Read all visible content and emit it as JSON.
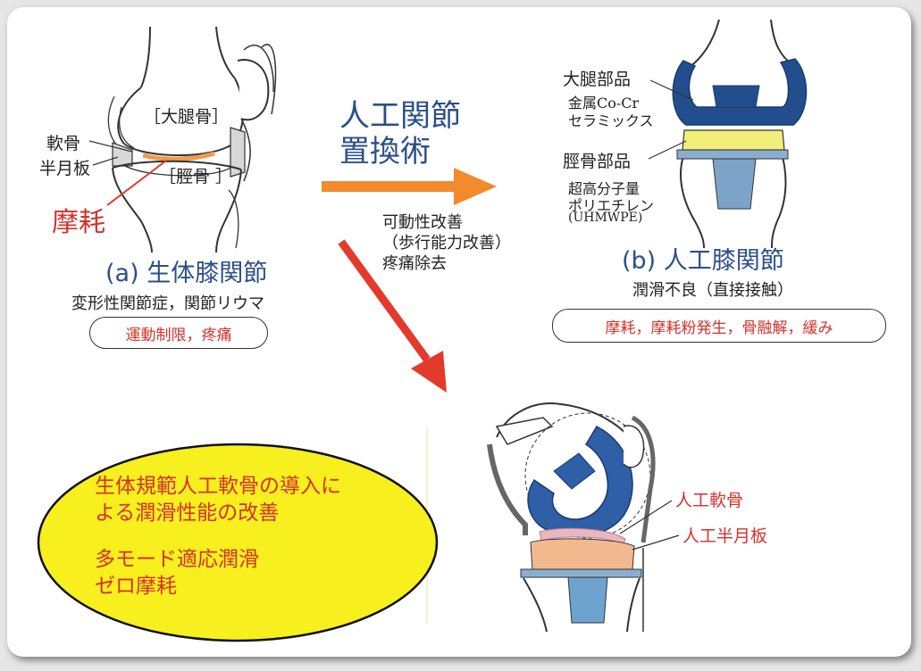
{
  "left": {
    "label_femur": "［大腿骨］",
    "label_tibia": "［脛骨 ］",
    "label_cartilage": "軟骨",
    "label_meniscus": "半月板",
    "label_wear": "摩耗",
    "title": "(a) 生体膝関節",
    "subtitle": "変形性関節症，関節リウマ",
    "pill": "運動制限，疼痛"
  },
  "center": {
    "heading_line1": "人工関節",
    "heading_line2": "置換術",
    "effect_line1": "可動性改善",
    "effect_line2": "（歩行能力改善）",
    "effect_line3": "疼痛除去"
  },
  "right": {
    "femoral_component": "大腿部品",
    "femoral_material_line1": "金属Co-Cr",
    "femoral_material_line2": "セラミックス",
    "tibial_component": "脛骨部品",
    "tibial_material_line1": "超高分子量",
    "tibial_material_line2": "ポリエチレン",
    "tibial_material_line3": "(UHMWPE)",
    "title": "(b) 人工膝関節",
    "subtitle": "潤滑不良（直接接触）",
    "pill": "摩耗，摩耗粉発生，骨融解，緩み"
  },
  "bottom": {
    "artificial_cartilage": "人工軟骨",
    "artificial_meniscus": "人工半月板"
  },
  "ellipse": {
    "line1": "生体規範人工軟骨の導入に",
    "line2": "よる潤滑性能の改善",
    "line3": "多モード適応潤滑",
    "line4": "ゼロ摩耗"
  },
  "colors": {
    "title_blue": "#2b4f8a",
    "warning_red": "#d4322a",
    "arrow_orange": "#f28a2e",
    "component_blue": "#234e8e",
    "poly_yellow": "#f2ee7a",
    "ellipse_yellow": "#f7ef1e"
  }
}
